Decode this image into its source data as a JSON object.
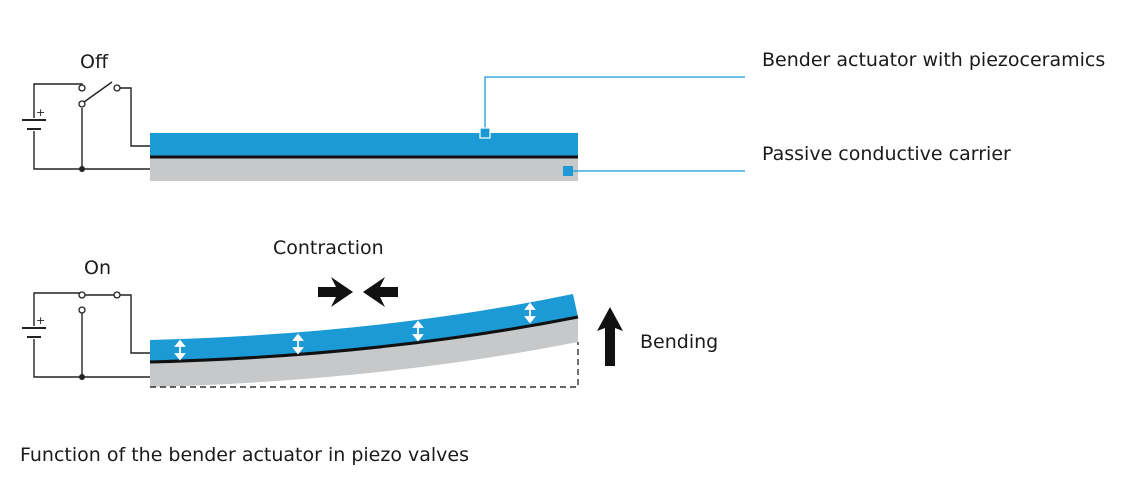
{
  "states": {
    "off": {
      "label": "Off"
    },
    "on": {
      "label": "On"
    }
  },
  "callouts": {
    "actuator": "Bender actuator with piezoceramics",
    "carrier": "Passive conductive carrier"
  },
  "annotations": {
    "contraction": "Contraction",
    "bending": "Bending"
  },
  "caption": "Function of the bender actuator in piezo valves",
  "colors": {
    "piezo_blue": "#1b9ad6",
    "carrier_gray": "#c6c8ca",
    "bond_line": "#111111",
    "wire": "#222222",
    "text": "#1a1a1a"
  },
  "icons": {
    "battery": "battery-icon",
    "switch": "switch-icon",
    "contraction_arrows": "inward-arrows-icon",
    "bending_arrow": "up-arrow-icon",
    "expansion_markers": "double-headed-arrow-icon"
  }
}
